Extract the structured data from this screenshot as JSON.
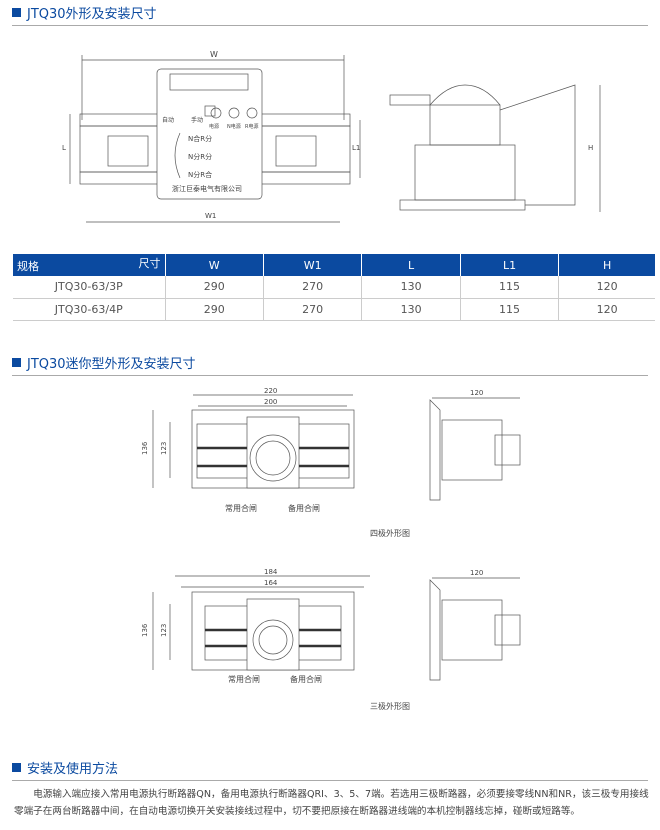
{
  "sections": {
    "s1": "JTQ30外形及安装尺寸",
    "s2": "JTQ30迷你型外形及安装尺寸",
    "s3": "安装及使用方法"
  },
  "drawing1": {
    "w": "W",
    "w1": "W1",
    "l": "L",
    "l1": "L1",
    "h": "H",
    "auto": "自动",
    "manual": "手动",
    "power": "电源",
    "n_power": "N电源",
    "r_power": "R电源",
    "pos1": "N合R分",
    "pos2": "N分R分",
    "pos3": "N分R合",
    "company": "浙江巨泰电气有限公司"
  },
  "table": {
    "corner_left": "规格",
    "corner_right": "尺寸",
    "headers": [
      "W",
      "W1",
      "L",
      "L1",
      "H"
    ],
    "rows": [
      {
        "model": "JTQ30-63/3P",
        "values": [
          "290",
          "270",
          "130",
          "115",
          "120"
        ]
      },
      {
        "model": "JTQ30-63/4P",
        "values": [
          "290",
          "270",
          "130",
          "115",
          "120"
        ]
      }
    ]
  },
  "mini4": {
    "w": "220",
    "w1": "200",
    "h": "136",
    "h1": "123",
    "side": "120",
    "left_label": "常用合闸",
    "right_label": "备用合闸",
    "caption": "四极外形图"
  },
  "mini3": {
    "w": "184",
    "w1": "164",
    "h": "136",
    "h1": "123",
    "side": "120",
    "left_label": "常用合闸",
    "right_label": "备用合闸",
    "caption": "三极外形图"
  },
  "usage": "电源输入端应接入常用电源执行断路器QN，备用电源执行断路器QRI、3、5、7端。若选用三极断路器，必须要接零线NN和NR，该三极专用接线零端子在两台断路器中间，在自动电源切换开关安装接线过程中，切不要把原接在断路器进线端的本机控制器线忘掉，碰断或短路等。"
}
